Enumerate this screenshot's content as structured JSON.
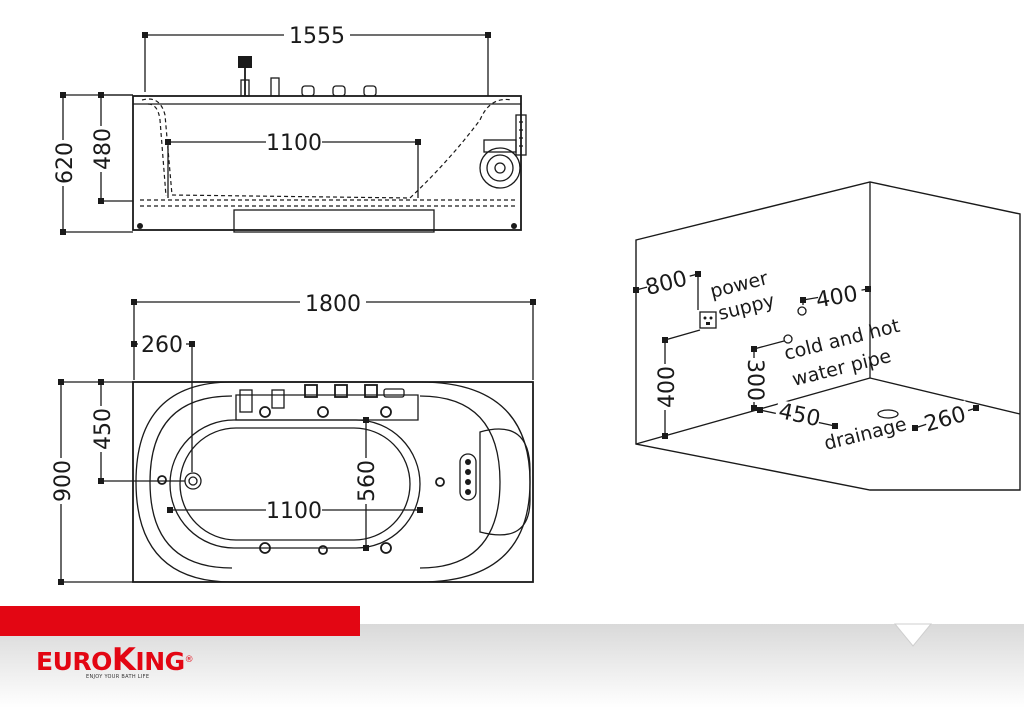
{
  "side_view": {
    "width_top": "1555",
    "height_total": "620",
    "height_inner": "480",
    "inner_length": "1100"
  },
  "top_view": {
    "length_total": "1800",
    "drain_offset": "260",
    "width_total": "900",
    "half_width": "450",
    "inner_width": "560",
    "inner_length": "1100"
  },
  "install_box": {
    "power_height": "800",
    "power_label_line1": "power",
    "power_label_line2": "suppy",
    "pipe_offset": "400",
    "pipe_label_line1": "cold and hot",
    "pipe_label_line2": "water pipe",
    "left_height": "400",
    "pipe_height": "300",
    "drain_offset_left": "450",
    "drain_label": "drainage",
    "drain_offset_right": "260"
  },
  "brand": {
    "logo_text_1": "EURO",
    "logo_text_2": "K",
    "logo_text_3": "ING",
    "registered": "®",
    "tagline": "ENJOY YOUR BATH LIFE",
    "accent_color": "#e30613"
  }
}
